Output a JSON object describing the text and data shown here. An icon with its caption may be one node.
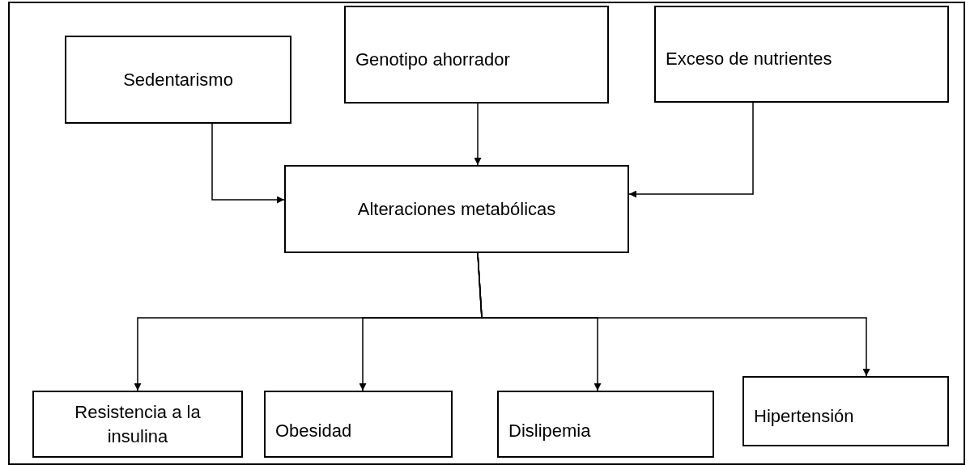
{
  "diagram": {
    "nodes": [
      {
        "text": [
          "Sedentarismo"
        ]
      },
      {
        "text": [
          "Genotipo ahorrador"
        ]
      },
      {
        "text": [
          "Exceso de nutrientes"
        ]
      },
      {
        "text": [
          "Alteraciones metabólicas"
        ]
      },
      {
        "text": [
          "Resistencia a la insulina"
        ]
      },
      {
        "text": [
          "Obesidad"
        ]
      },
      {
        "text": [
          "Dislipemia"
        ]
      },
      {
        "text": [
          "Hipertensión"
        ]
      }
    ],
    "edges": [
      {
        "from": 0,
        "to": 3,
        "arrow": "to"
      },
      {
        "from": 1,
        "to": 3,
        "arrow": "to"
      },
      {
        "from": 2,
        "to": 3,
        "arrow": "to"
      },
      {
        "from": 3,
        "to": 4,
        "arrow": "to"
      },
      {
        "from": 3,
        "to": 5,
        "arrow": "to"
      },
      {
        "from": 3,
        "to": 6,
        "arrow": "to"
      },
      {
        "from": 3,
        "to": 7,
        "arrow": "to"
      }
    ]
  }
}
